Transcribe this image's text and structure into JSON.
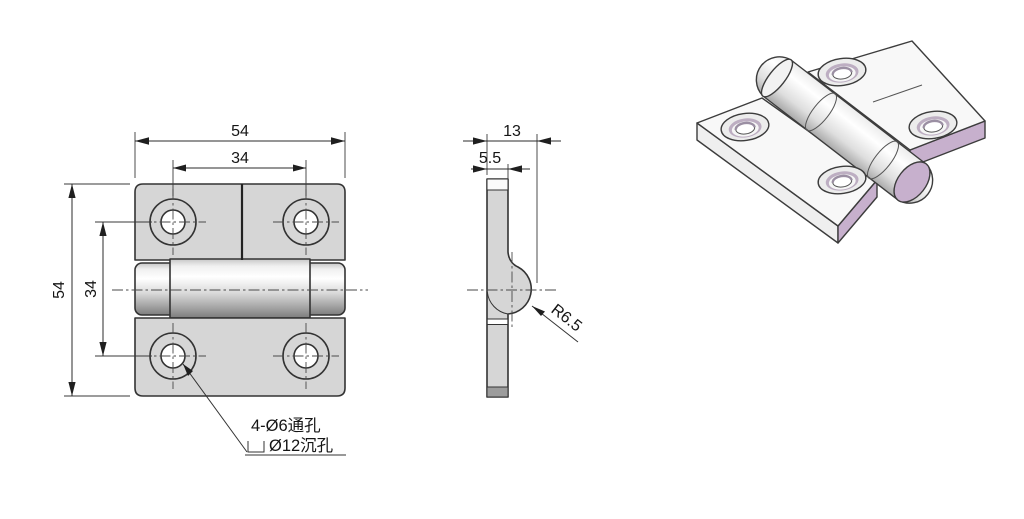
{
  "page": {
    "background": "#ffffff",
    "description": "hinge engineering drawing, front view, side view, isometric view"
  },
  "front_view": {
    "dim_overall_width": "54",
    "dim_hole_spacing_horizontal": "34",
    "dim_overall_height": "54",
    "dim_hole_spacing_vertical": "34",
    "hole_callout_line1": "4-Ø6通孔",
    "hole_callout_line2": "Ø12沉孔"
  },
  "side_view": {
    "dim_overall_thickness": "13",
    "dim_plate_thickness": "5.5",
    "dim_knuckle_radius": "R6.5"
  },
  "colors": {
    "plate_fill": "#d6d6d6",
    "iso_top_face": "#f8f8f8",
    "iso_side_face": "#efefef",
    "iso_accent_lavender": "#c7b0cd",
    "outline": "#333333"
  }
}
